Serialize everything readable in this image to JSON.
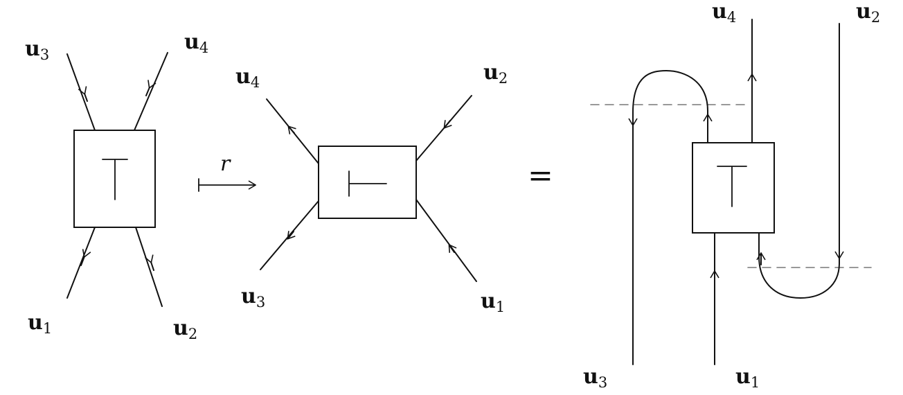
{
  "colors": {
    "ink": "#111111",
    "dash": "#777777",
    "background": "#ffffff"
  },
  "map_symbol": "r",
  "equals_symbol": "=",
  "left_diagram": {
    "box_symbol": "T",
    "labels": {
      "u3": {
        "base": "u",
        "sub": "3"
      },
      "u4": {
        "base": "u",
        "sub": "4"
      },
      "u1": {
        "base": "u",
        "sub": "1"
      },
      "u2": {
        "base": "u",
        "sub": "2"
      }
    }
  },
  "middle_diagram": {
    "box_symbol": "⊢",
    "labels": {
      "u4": {
        "base": "u",
        "sub": "4"
      },
      "u2": {
        "base": "u",
        "sub": "2"
      },
      "u3": {
        "base": "u",
        "sub": "3"
      },
      "u1": {
        "base": "u",
        "sub": "1"
      }
    }
  },
  "right_diagram": {
    "box_symbol": "T",
    "labels": {
      "u4": {
        "base": "u",
        "sub": "4"
      },
      "u2": {
        "base": "u",
        "sub": "2"
      },
      "u3": {
        "base": "u",
        "sub": "3"
      },
      "u1": {
        "base": "u",
        "sub": "1"
      }
    }
  }
}
